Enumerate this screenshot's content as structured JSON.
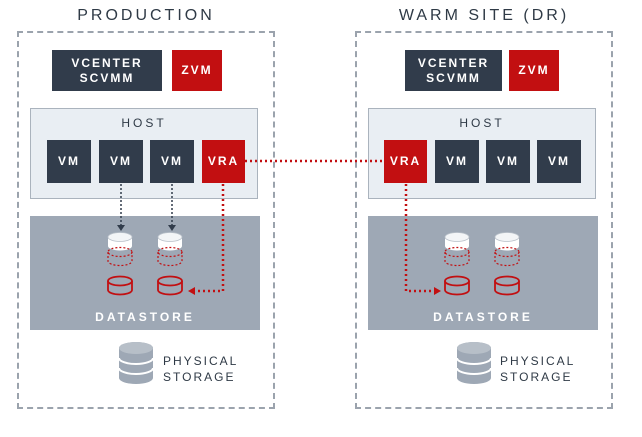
{
  "production": {
    "title": "PRODUCTION",
    "vcenter_label": "VCENTER\nSCVMM",
    "zvm_label": "ZVM",
    "host_label": "HOST",
    "vms": [
      "VM",
      "VM",
      "VM"
    ],
    "vra_label": "VRA",
    "datastore_label": "DATASTORE",
    "physical_storage_label": "PHYSICAL\nSTORAGE"
  },
  "dr": {
    "title": "WARM SITE (DR)",
    "vcenter_label": "VCENTER\nSCVMM",
    "zvm_label": "ZVM",
    "host_label": "HOST",
    "vra_label": "VRA",
    "vms": [
      "VM",
      "VM",
      "VM"
    ],
    "datastore_label": "DATASTORE",
    "physical_storage_label": "PHYSICAL\nSTORAGE"
  },
  "colors": {
    "dark_box": "#313c4b",
    "red_accent": "#c20f11",
    "host_bg": "#e9eef3",
    "datastore_bg": "#9ea8b5",
    "border": "#9ba3ad"
  }
}
